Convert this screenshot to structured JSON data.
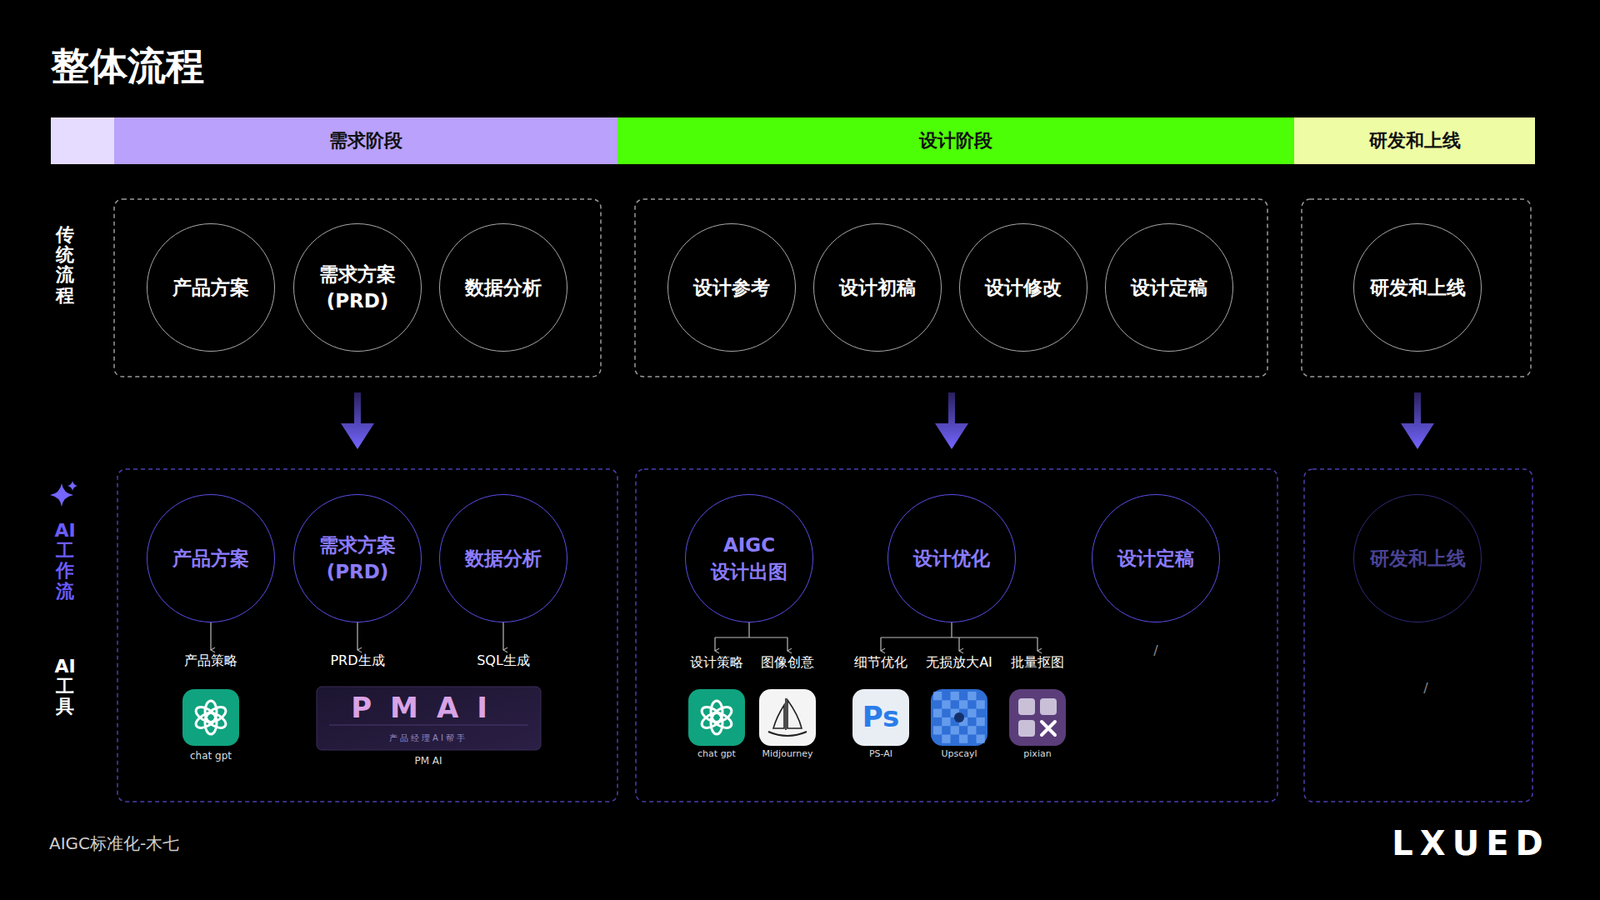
{
  "diagram": {
    "title": "整体流程",
    "caption": "AIGC标准化-木七",
    "nodes": [
      {
        "text": [
          "需求阶段"
        ]
      },
      {
        "text": [
          "设计阶段"
        ]
      },
      {
        "text": [
          "研发和上线"
        ]
      },
      {
        "text": [
          "产品方案"
        ]
      },
      {
        "text": [
          "需求方案 (PRD)"
        ]
      },
      {
        "text": [
          "数据分析"
        ]
      },
      {
        "text": [
          "设计参考"
        ]
      },
      {
        "text": [
          "设计初稿"
        ]
      },
      {
        "text": [
          "设计修改"
        ]
      },
      {
        "text": [
          "设计定稿"
        ]
      },
      {
        "text": [
          "研发和上线"
        ]
      },
      {
        "text": [
          "产品方案"
        ]
      },
      {
        "text": [
          "需求方案 (PRD)"
        ]
      },
      {
        "text": [
          "数据分析"
        ]
      },
      {
        "text": [
          "AIGC 设计出图"
        ]
      },
      {
        "text": [
          "设计优化"
        ]
      },
      {
        "text": [
          "设计定稿"
        ]
      },
      {
        "text": [
          "研发和上线"
        ]
      }
    ],
    "labels": [
      "传统流程",
      "AI工作流",
      "AI工具",
      "产品策略",
      "PRD生成",
      "SQL生成",
      "chat gpt",
      "PMAI",
      "产品经理AI帮手",
      "PM AI",
      "设计策略",
      "图像创意",
      "细节优化",
      "无损放大AI",
      "批量抠图",
      "chat gpt",
      "Midjourney",
      "Ps",
      "PS-AI",
      "Upscayl",
      "pixian",
      "/",
      "/",
      "LXUED"
    ]
  }
}
